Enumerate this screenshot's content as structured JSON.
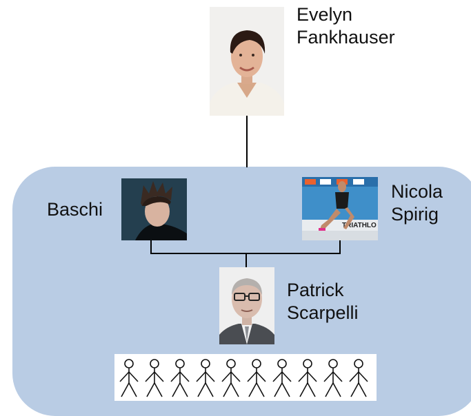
{
  "people": {
    "evelyn": {
      "name": "Evelyn\nFankhauser"
    },
    "baschi": {
      "name": "Baschi"
    },
    "nicola": {
      "name": "Nicola\nSpirig"
    },
    "patrick": {
      "name": "Patrick\nScarpelli"
    }
  },
  "team": {
    "member_count": 10,
    "icon": "stick-figure-icon"
  },
  "colors": {
    "panel": "#b9cce4",
    "connector": "#000000"
  }
}
